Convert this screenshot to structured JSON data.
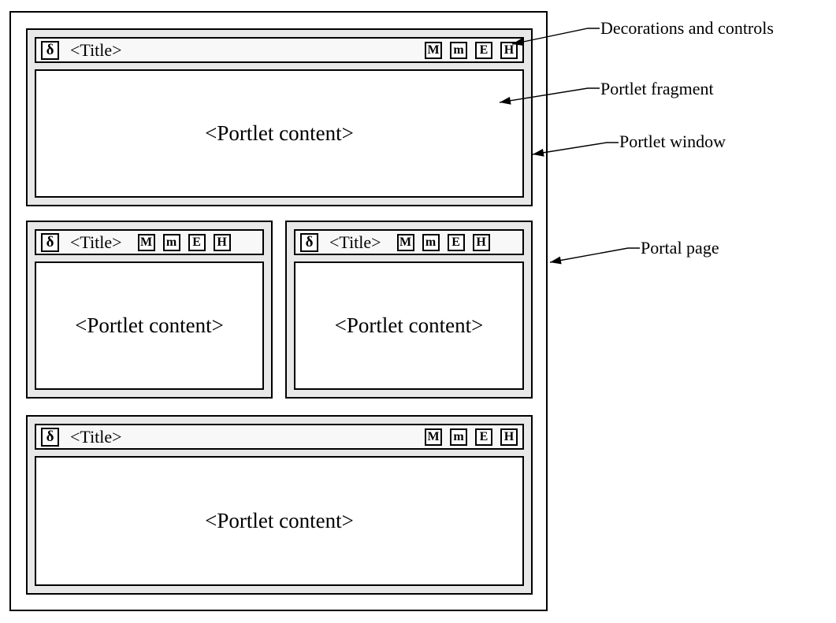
{
  "figure": {
    "portlet": {
      "icon": "δ",
      "title": "<Title>",
      "content": "<Portlet content>",
      "controls": [
        {
          "id": "maximize",
          "label": "M"
        },
        {
          "id": "minimize",
          "label": "m"
        },
        {
          "id": "edit",
          "label": "E"
        },
        {
          "id": "help",
          "label": "H"
        }
      ]
    },
    "annotations": {
      "decorations": "Decorations and controls",
      "fragment": "Portlet fragment",
      "window": "Portlet window",
      "portal": "Portal page"
    },
    "colors": {
      "border": "#000000",
      "portlet_frame": "#e8e8e8",
      "titlebar_bg": "#f8f8f8",
      "content_bg": "#ffffff",
      "page_bg": "#ffffff"
    }
  }
}
